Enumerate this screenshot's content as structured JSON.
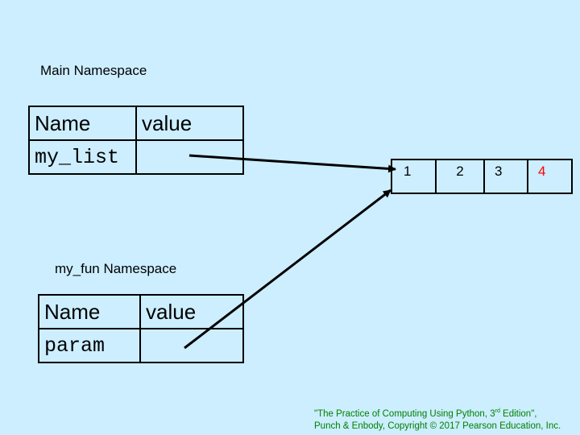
{
  "main_namespace": {
    "label": "Main Namespace",
    "header": {
      "name": "Name",
      "value": "value"
    },
    "rows": [
      {
        "name": "my_list",
        "value": ""
      }
    ]
  },
  "fun_namespace": {
    "label": "my_fun Namespace",
    "header": {
      "name": "Name",
      "value": "value"
    },
    "rows": [
      {
        "name": "param",
        "value": ""
      }
    ]
  },
  "list_object": {
    "elements": [
      "1",
      "2",
      "3",
      "4"
    ],
    "highlight_index": 3,
    "highlight_color": "#ff0000"
  },
  "credit": {
    "line1_before": "\"The Practice of Computing Using Python, 3",
    "line1_sup": "rd",
    "line1_after": " Edition\",",
    "line2": "Punch & Enbody, Copyright © 2017 Pearson Education, Inc.",
    "color": "#008000"
  },
  "colors": {
    "background": "#cceeff",
    "lines": "#000000"
  }
}
